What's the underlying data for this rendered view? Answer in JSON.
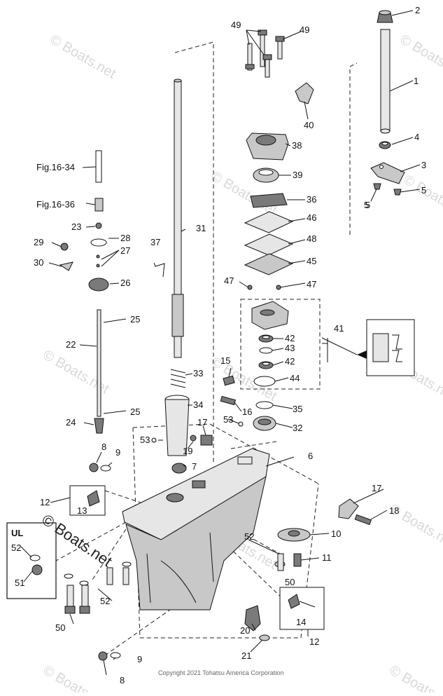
{
  "callouts": [
    "1",
    "2",
    "3",
    "4",
    "5",
    "5",
    "6",
    "7",
    "8",
    "8",
    "9",
    "9",
    "10",
    "11",
    "12",
    "12",
    "13",
    "14",
    "15",
    "16",
    "17",
    "17",
    "18",
    "19",
    "20",
    "21",
    "22",
    "23",
    "24",
    "25",
    "25",
    "26",
    "27",
    "28",
    "29",
    "30",
    "31",
    "32",
    "33",
    "34",
    "35",
    "36",
    "37",
    "38",
    "39",
    "40",
    "41",
    "42",
    "42",
    "43",
    "44",
    "45",
    "46",
    "47",
    "47",
    "48",
    "49",
    "49",
    "50",
    "50",
    "51",
    "52",
    "52",
    "53",
    "53"
  ],
  "refs": {
    "fig_a": "Fig.16-34",
    "fig_b": "Fig.16-36"
  },
  "ul_label": "UL",
  "watermarks": [
    "© Boats.net"
  ],
  "copyright": "Copyright 2021 Tohatsu America Corporation"
}
